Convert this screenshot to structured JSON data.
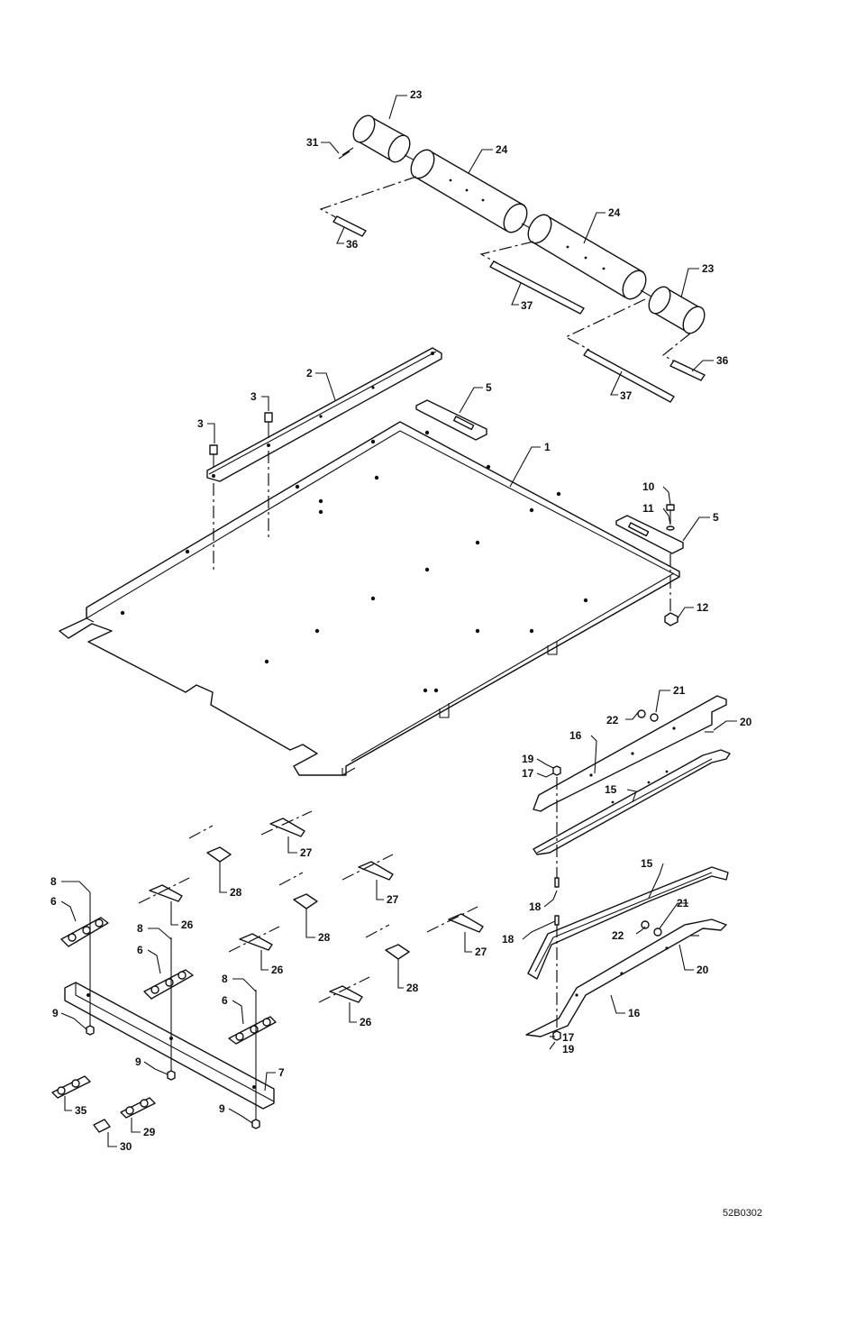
{
  "drawing_number": "52B0302",
  "callouts": {
    "c1": "1",
    "c2": "2",
    "c3a": "3",
    "c3b": "3",
    "c5a": "5",
    "c5b": "5",
    "c6a": "6",
    "c6b": "6",
    "c6c": "6",
    "c7": "7",
    "c8a": "8",
    "c8b": "8",
    "c8c": "8",
    "c9a": "9",
    "c9b": "9",
    "c9c": "9",
    "c10": "10",
    "c11": "11",
    "c12": "12",
    "c15a": "15",
    "c15b": "15",
    "c16a": "16",
    "c16b": "16",
    "c17a": "17",
    "c17b": "17",
    "c18a": "18",
    "c18b": "18",
    "c19a": "19",
    "c19b": "19",
    "c20a": "20",
    "c20b": "20",
    "c21a": "21",
    "c21b": "21",
    "c22a": "22",
    "c22b": "22",
    "c23a": "23",
    "c23b": "23",
    "c24a": "24",
    "c24b": "24",
    "c26a": "26",
    "c26b": "26",
    "c26c": "26",
    "c27a": "27",
    "c27b": "27",
    "c27c": "27",
    "c28a": "28",
    "c28b": "28",
    "c28c": "28",
    "c29": "29",
    "c30": "30",
    "c31": "31",
    "c35": "35",
    "c36a": "36",
    "c36b": "36",
    "c37a": "37",
    "c37b": "37"
  }
}
